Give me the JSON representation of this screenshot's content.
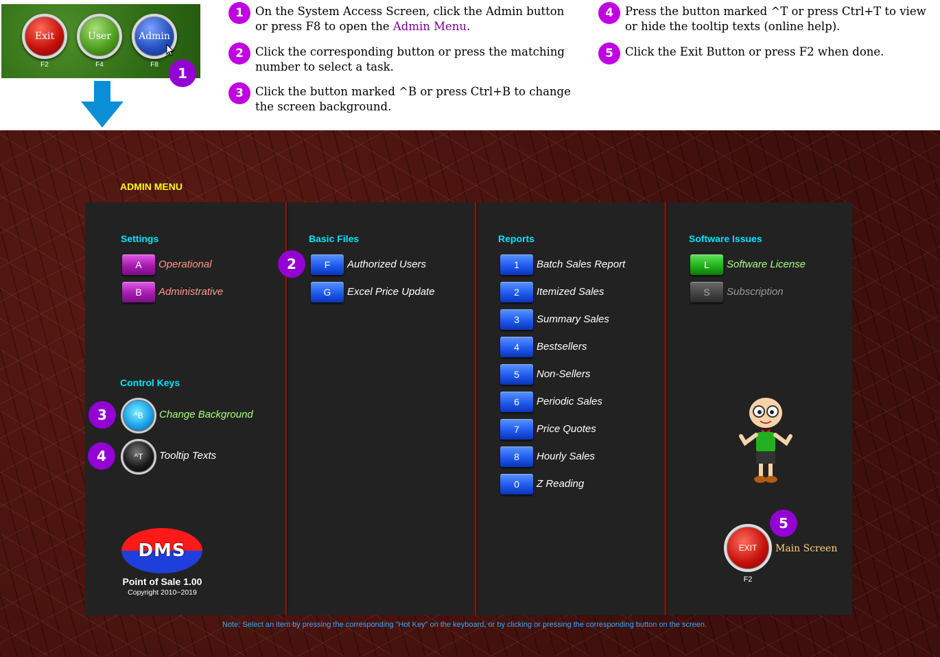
{
  "access_screen": {
    "buttons": [
      {
        "label": "Exit",
        "fkey": "F2"
      },
      {
        "label": "User",
        "fkey": "F4"
      },
      {
        "label": "Admin",
        "fkey": "F8"
      }
    ],
    "badge": "1"
  },
  "steps": [
    {
      "num": "1",
      "line1": "On the System Access Screen, click the Admin button",
      "line2_pre": "or press F8 to open the ",
      "line2_link": "Admin Menu",
      "line2_post": "."
    },
    {
      "num": "2",
      "line1": "Click the corresponding button or press the matching",
      "line2": "number to select a task."
    },
    {
      "num": "3",
      "line1": "Click the button marked ^B or press Ctrl+B to change",
      "line2": "the screen background."
    },
    {
      "num": "4",
      "line1": "Press the button marked ^T or press Ctrl+T to view",
      "line2": "or hide the tooltip texts (online help)."
    },
    {
      "num": "5",
      "line1": "Click the Exit Button or press F2 when done."
    }
  ],
  "menu_title": "ADMIN MENU",
  "settings": {
    "heading": "Settings",
    "items": [
      {
        "key": "A",
        "label": "Operational"
      },
      {
        "key": "B",
        "label": "Administrative"
      }
    ]
  },
  "control_keys": {
    "heading": "Control Keys",
    "items": [
      {
        "key": "^B",
        "label": "Change Background",
        "badge": "3"
      },
      {
        "key": "^T",
        "label": "Tooltip Texts",
        "badge": "4"
      }
    ]
  },
  "basic_files": {
    "heading": "Basic Files",
    "badge": "2",
    "items": [
      {
        "key": "F",
        "label": "Authorized Users"
      },
      {
        "key": "G",
        "label": "Excel Price Update"
      }
    ]
  },
  "reports": {
    "heading": "Reports",
    "items": [
      {
        "key": "1",
        "label": "Batch Sales Report"
      },
      {
        "key": "2",
        "label": "Itemized Sales"
      },
      {
        "key": "3",
        "label": "Summary Sales"
      },
      {
        "key": "4",
        "label": "Bestsellers"
      },
      {
        "key": "5",
        "label": "Non-Sellers"
      },
      {
        "key": "6",
        "label": "Periodic Sales"
      },
      {
        "key": "7",
        "label": "Price Quotes"
      },
      {
        "key": "8",
        "label": "Hourly Sales"
      },
      {
        "key": "0",
        "label": "Z Reading"
      }
    ]
  },
  "software_issues": {
    "heading": "Software Issues",
    "items": [
      {
        "key": "L",
        "label": "Software License"
      },
      {
        "key": "S",
        "label": "Subscription"
      }
    ]
  },
  "footer": {
    "logo_text": "DMS",
    "product": "Point of Sale 1.00",
    "copyright": "Copyright 2010~2019",
    "note": "Note: Select an item by pressing the corresponding \"Hot Key\" on the keyboard, or by clicking or pressing the corresponding button on the screen."
  },
  "exit": {
    "label": "EXIT",
    "text": "Main Screen",
    "fkey": "F2",
    "badge": "5"
  },
  "colors": {
    "heading": "#00e5ff",
    "title": "#ffff00",
    "badge": "#9400d3",
    "panel": "#222222"
  }
}
